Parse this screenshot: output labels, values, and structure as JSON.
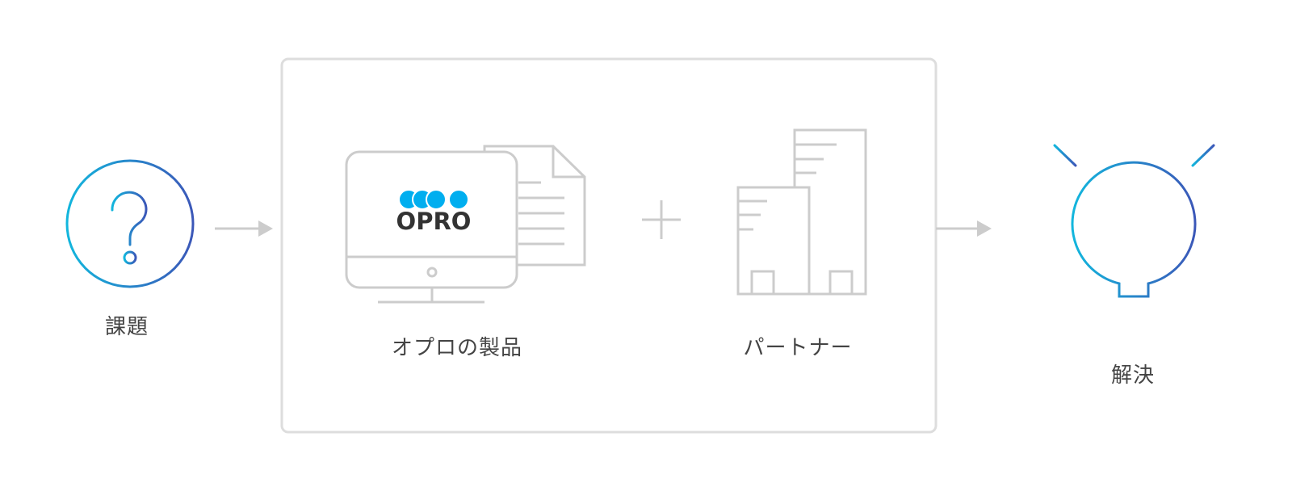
{
  "diagram": {
    "problem_label": "課題",
    "product_label": "オプロの製品",
    "partner_label": "パートナー",
    "solution_label": "解決",
    "logo_text": "OPRO"
  },
  "colors": {
    "gradient_start": "#12b6dd",
    "gradient_end": "#3b57b8",
    "logo_blue": "#00aeef",
    "line_gray": "#cccccc",
    "frame_gray": "#dddddd",
    "text": "#444444"
  }
}
